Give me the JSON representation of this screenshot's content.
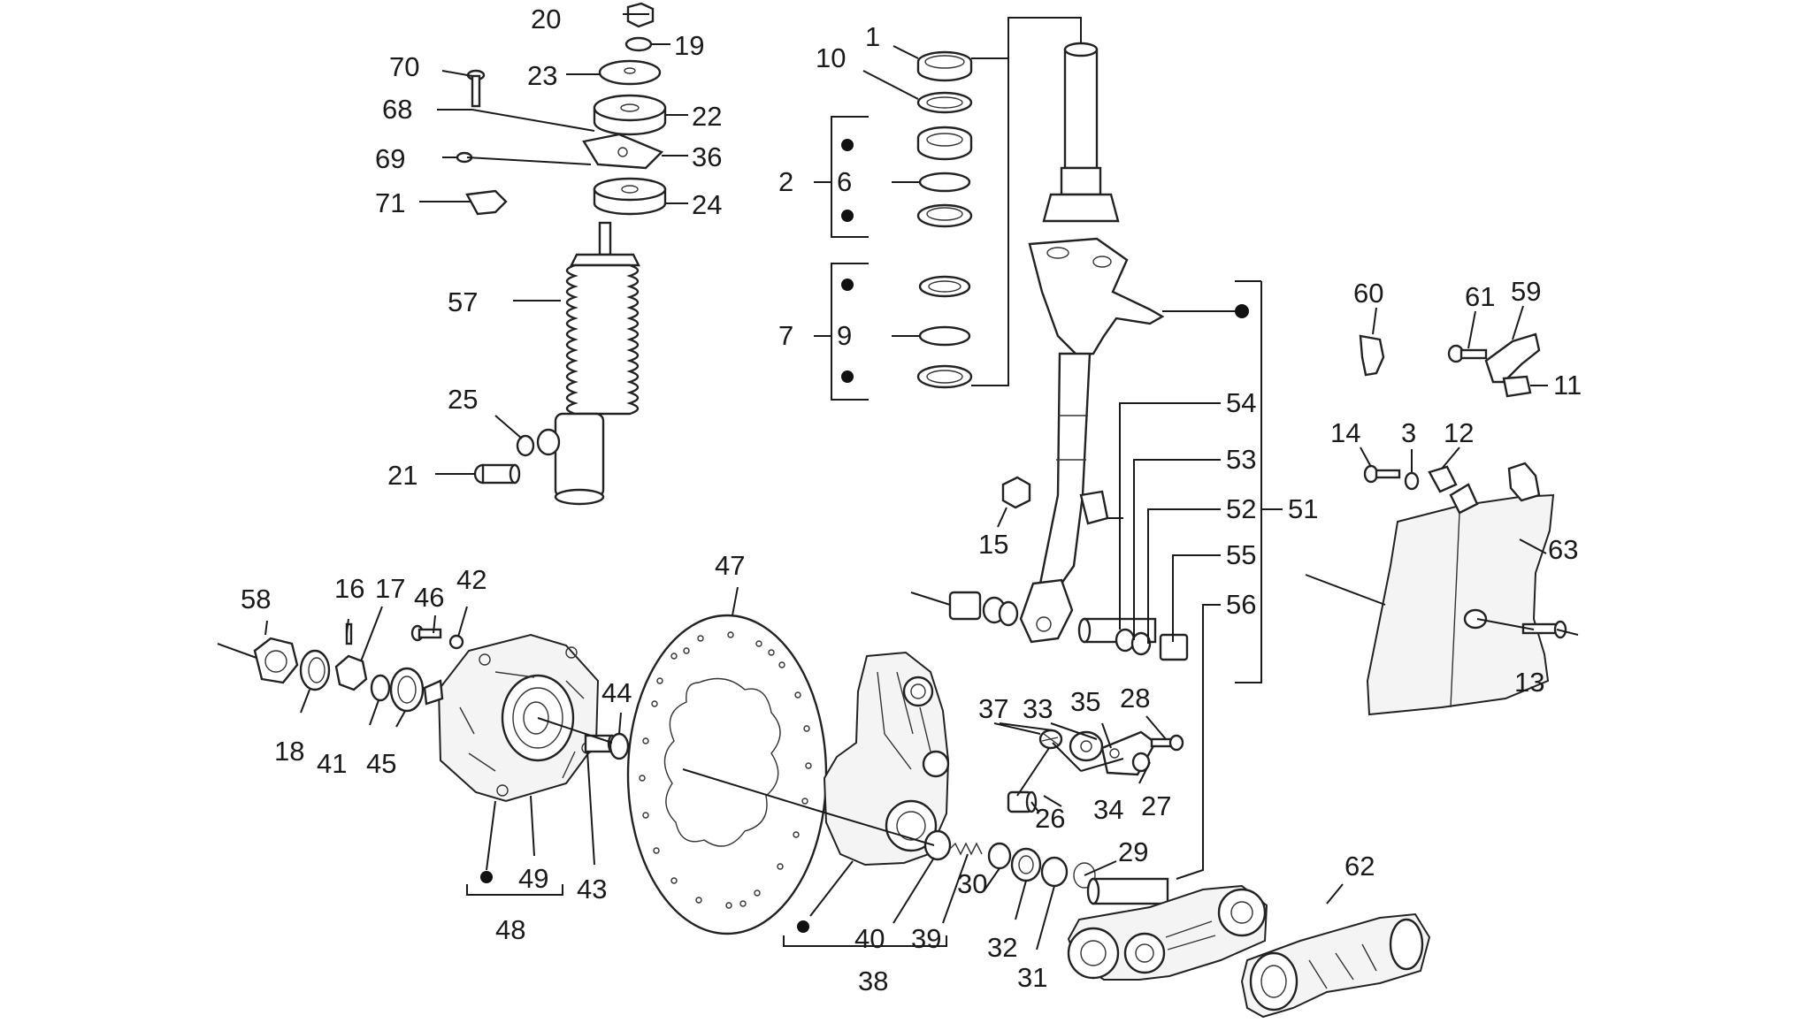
{
  "labels": {
    "l1": "1",
    "l2": "2",
    "l3": "3",
    "l6": "6",
    "l7": "7",
    "l9": "9",
    "l10": "10",
    "l11": "11",
    "l12": "12",
    "l13": "13",
    "l14": "14",
    "l15": "15",
    "l16": "16",
    "l17": "17",
    "l18": "18",
    "l19": "19",
    "l20": "20",
    "l21": "21",
    "l22": "22",
    "l23": "23",
    "l24": "24",
    "l25": "25",
    "l26": "26",
    "l27": "27",
    "l28": "28",
    "l29": "29",
    "l30": "30",
    "l31": "31",
    "l32": "32",
    "l33": "33",
    "l34": "34",
    "l35": "35",
    "l36": "36",
    "l37": "37",
    "l38": "38",
    "l39": "39",
    "l40": "40",
    "l41": "41",
    "l42": "42",
    "l43": "43",
    "l44": "44",
    "l45": "45",
    "l46": "46",
    "l47": "47",
    "l48": "48",
    "l49": "49",
    "l51": "51",
    "l52": "52",
    "l53": "53",
    "l54": "54",
    "l55": "55",
    "l56": "56",
    "l57": "57",
    "l58": "58",
    "l59": "59",
    "l60": "60",
    "l61": "61",
    "l62": "62",
    "l63": "63",
    "l68": "68",
    "l69": "69",
    "l70": "70",
    "l71": "71"
  },
  "colors": {
    "line": "#1a1a1a",
    "background": "#ffffff"
  }
}
